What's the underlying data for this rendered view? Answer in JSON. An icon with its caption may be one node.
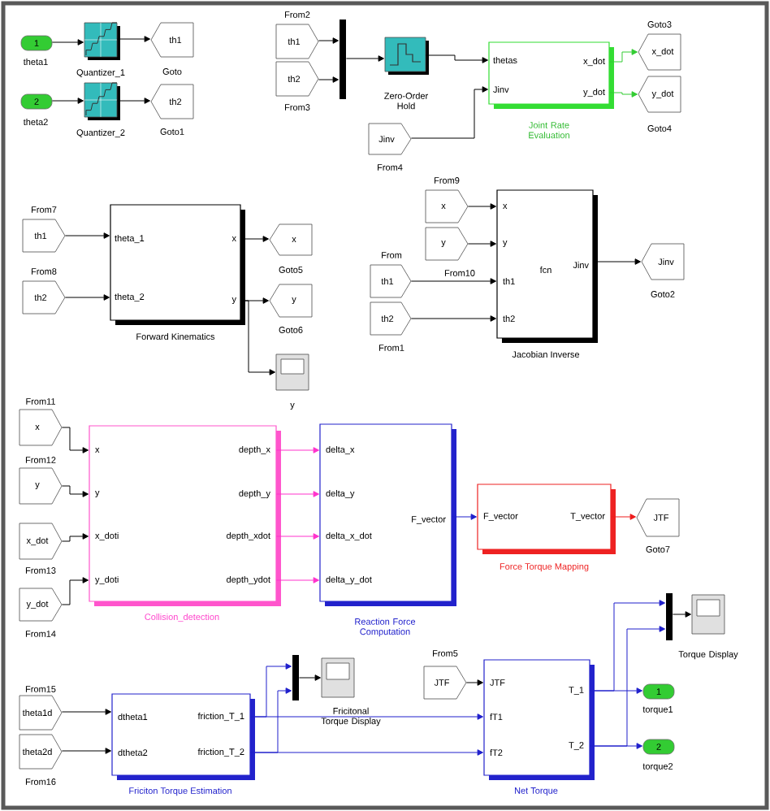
{
  "diagram": {
    "nodes": [
      {
        "text": [
          "1"
        ],
        "beside": [
          "theta1"
        ]
      },
      {
        "text": [],
        "shape": "box",
        "beside": [
          "Quantizer_1"
        ]
      },
      {
        "text": [
          "th1"
        ],
        "beside": [
          "Goto"
        ]
      },
      {
        "text": [
          "2"
        ],
        "beside": [
          "theta2"
        ]
      },
      {
        "text": [],
        "shape": "box",
        "beside": [
          "Quantizer_2"
        ]
      },
      {
        "text": [
          "th2"
        ],
        "beside": [
          "Goto1"
        ]
      },
      {
        "text": [
          "th1"
        ],
        "beside": [
          "From2"
        ]
      },
      {
        "text": [
          "th2"
        ],
        "beside": [
          "From3"
        ]
      },
      {
        "text": [],
        "shape": "bar"
      },
      {
        "text": [],
        "shape": "box",
        "beside": [
          "Zero-Order Hold"
        ]
      },
      {
        "text": [
          "Jinv"
        ],
        "beside": [
          "From4"
        ]
      },
      {
        "text": [
          "thetas",
          "Jinv",
          "x_dot",
          "y_dot"
        ],
        "beside": [
          "Joint Rate Evaluation"
        ]
      },
      {
        "text": [
          "x_dot"
        ],
        "beside": [
          "Goto3"
        ]
      },
      {
        "text": [
          "y_dot"
        ],
        "beside": [
          "Goto4"
        ]
      },
      {
        "text": [
          "th1"
        ],
        "beside": [
          "From7"
        ]
      },
      {
        "text": [
          "th2"
        ],
        "beside": [
          "From8"
        ]
      },
      {
        "text": [
          "theta_1",
          "theta_2",
          "x",
          "y"
        ],
        "beside": [
          "Forward Kinematics"
        ]
      },
      {
        "text": [
          "x"
        ],
        "beside": [
          "Goto5"
        ]
      },
      {
        "text": [
          "y"
        ],
        "beside": [
          "Goto6"
        ]
      },
      {
        "text": [],
        "shape": "box",
        "beside": [
          "y"
        ]
      },
      {
        "text": [
          "x"
        ],
        "beside": [
          "From9"
        ]
      },
      {
        "text": [
          "y"
        ]
      },
      {
        "text": [
          "th1"
        ],
        "beside": [
          "From"
        ]
      },
      {
        "text": [
          "th2"
        ],
        "beside": [
          "From1"
        ]
      },
      {
        "text": [
          "x",
          "y",
          "th1",
          "th2",
          "fcn",
          "Jinv"
        ],
        "beside": [
          "Jacobian Inverse"
        ]
      },
      {
        "text": [
          "Jinv"
        ],
        "beside": [
          "Goto2"
        ]
      },
      {
        "text": [
          "x"
        ],
        "beside": [
          "From11"
        ]
      },
      {
        "text": [
          "y"
        ],
        "beside": [
          "From12"
        ]
      },
      {
        "text": [
          "x_dot"
        ],
        "beside": [
          "From13"
        ]
      },
      {
        "text": [
          "y_dot"
        ],
        "beside": [
          "From14"
        ]
      },
      {
        "text": [
          "x",
          "y",
          "x_doti",
          "y_doti",
          "depth_x",
          "depth_y",
          "depth_xdot",
          "depth_ydot"
        ],
        "beside": [
          "Collision_detection"
        ]
      },
      {
        "text": [
          "delta_x",
          "delta_y",
          "delta_x_dot",
          "delta_y_dot",
          "F_vector"
        ],
        "beside": [
          "Reaction Force Computation"
        ]
      },
      {
        "text": [
          "F_vector",
          "T_vector"
        ],
        "beside": [
          "Force Torque Mapping"
        ]
      },
      {
        "text": [
          "JTF"
        ],
        "beside": [
          "Goto7"
        ]
      },
      {
        "text": [
          "theta1d"
        ],
        "beside": [
          "From15"
        ]
      },
      {
        "text": [
          "theta2d"
        ],
        "beside": [
          "From16"
        ]
      },
      {
        "text": [
          "dtheta1",
          "dtheta2",
          "friction_T_1",
          "friction_T_2"
        ],
        "beside": [
          "Friciton Torque Estimation"
        ]
      },
      {
        "text": [],
        "shape": "bar"
      },
      {
        "text": [],
        "shape": "box",
        "beside": [
          "Fricitonal Torque Display"
        ]
      },
      {
        "text": [
          "JTF"
        ],
        "beside": [
          "From5"
        ]
      },
      {
        "text": [
          "JTF",
          "fT1",
          "fT2",
          "T_1",
          "T_2"
        ],
        "beside": [
          "Net Torque"
        ]
      },
      {
        "text": [],
        "shape": "bar"
      },
      {
        "text": [],
        "shape": "box",
        "beside": [
          "Torque Display"
        ]
      },
      {
        "text": [
          "1"
        ],
        "beside": [
          "torque1"
        ]
      },
      {
        "text": [
          "2"
        ],
        "beside": [
          "torque2"
        ]
      }
    ],
    "edges": [
      {
        "from": 0,
        "to": 1,
        "arrow": "to"
      },
      {
        "from": 1,
        "to": 2,
        "arrow": "to"
      },
      {
        "from": 3,
        "to": 4,
        "arrow": "to"
      },
      {
        "from": 4,
        "to": 5,
        "arrow": "to"
      },
      {
        "from": 6,
        "to": 8,
        "arrow": "to"
      },
      {
        "from": 7,
        "to": 8,
        "arrow": "to"
      },
      {
        "from": 8,
        "to": 9,
        "arrow": "to"
      },
      {
        "from": 9,
        "to": 11,
        "arrow": "to"
      },
      {
        "from": 10,
        "to": 11,
        "arrow": "to"
      },
      {
        "from": 11,
        "to": 12,
        "arrow": "to",
        "color": "#33cc33"
      },
      {
        "from": 11,
        "to": 13,
        "arrow": "to",
        "color": "#33cc33"
      },
      {
        "from": 14,
        "to": 16,
        "arrow": "to"
      },
      {
        "from": 15,
        "to": 16,
        "arrow": "to"
      },
      {
        "from": 16,
        "to": 17,
        "arrow": "to"
      },
      {
        "from": 16,
        "to": 18,
        "arrow": "to"
      },
      {
        "from": 16,
        "to": 19,
        "arrow": "to"
      },
      {
        "from": 20,
        "to": 24,
        "arrow": "to"
      },
      {
        "from": 21,
        "to": 24,
        "arrow": "to"
      },
      {
        "from": 22,
        "to": 24,
        "arrow": "to"
      },
      {
        "from": 23,
        "to": 24,
        "arrow": "to"
      },
      {
        "from": 24,
        "to": 25,
        "arrow": "to"
      },
      {
        "from": 26,
        "to": 30,
        "arrow": "to"
      },
      {
        "from": 27,
        "to": 30,
        "arrow": "to"
      },
      {
        "from": 28,
        "to": 30,
        "arrow": "to"
      },
      {
        "from": 29,
        "to": 30,
        "arrow": "to"
      },
      {
        "from": 30,
        "to": 31,
        "arrow": "to",
        "color": "#ff33cc"
      },
      {
        "from": 30,
        "to": 31,
        "arrow": "to",
        "color": "#ff33cc"
      },
      {
        "from": 30,
        "to": 31,
        "arrow": "to",
        "color": "#ff33cc"
      },
      {
        "from": 30,
        "to": 31,
        "arrow": "to",
        "color": "#ff33cc"
      },
      {
        "from": 31,
        "to": 32,
        "arrow": "to",
        "color": "#1f1fcc"
      },
      {
        "from": 32,
        "to": 33,
        "arrow": "to",
        "color": "#ee1c1c"
      },
      {
        "from": 34,
        "to": 36,
        "arrow": "to"
      },
      {
        "from": 35,
        "to": 36,
        "arrow": "to"
      },
      {
        "from": 36,
        "to": 40,
        "arrow": "to",
        "color": "#1f1fcc"
      },
      {
        "from": 36,
        "to": 40,
        "arrow": "to",
        "color": "#1f1fcc"
      },
      {
        "from": 36,
        "to": 37,
        "arrow": "to",
        "color": "#1f1fcc"
      },
      {
        "from": 36,
        "to": 37,
        "arrow": "to",
        "color": "#1f1fcc"
      },
      {
        "from": 37,
        "to": 38,
        "arrow": "to"
      },
      {
        "from": 39,
        "to": 40,
        "arrow": "to"
      },
      {
        "from": 40,
        "to": 43,
        "arrow": "to",
        "color": "#1f1fcc"
      },
      {
        "from": 40,
        "to": 44,
        "arrow": "to",
        "color": "#1f1fcc"
      },
      {
        "from": 40,
        "to": 41,
        "arrow": "to",
        "color": "#1f1fcc"
      },
      {
        "from": 40,
        "to": 41,
        "arrow": "to",
        "color": "#1f1fcc"
      },
      {
        "from": 41,
        "to": 42,
        "arrow": "to"
      }
    ],
    "labels": [
      "From10"
    ]
  }
}
